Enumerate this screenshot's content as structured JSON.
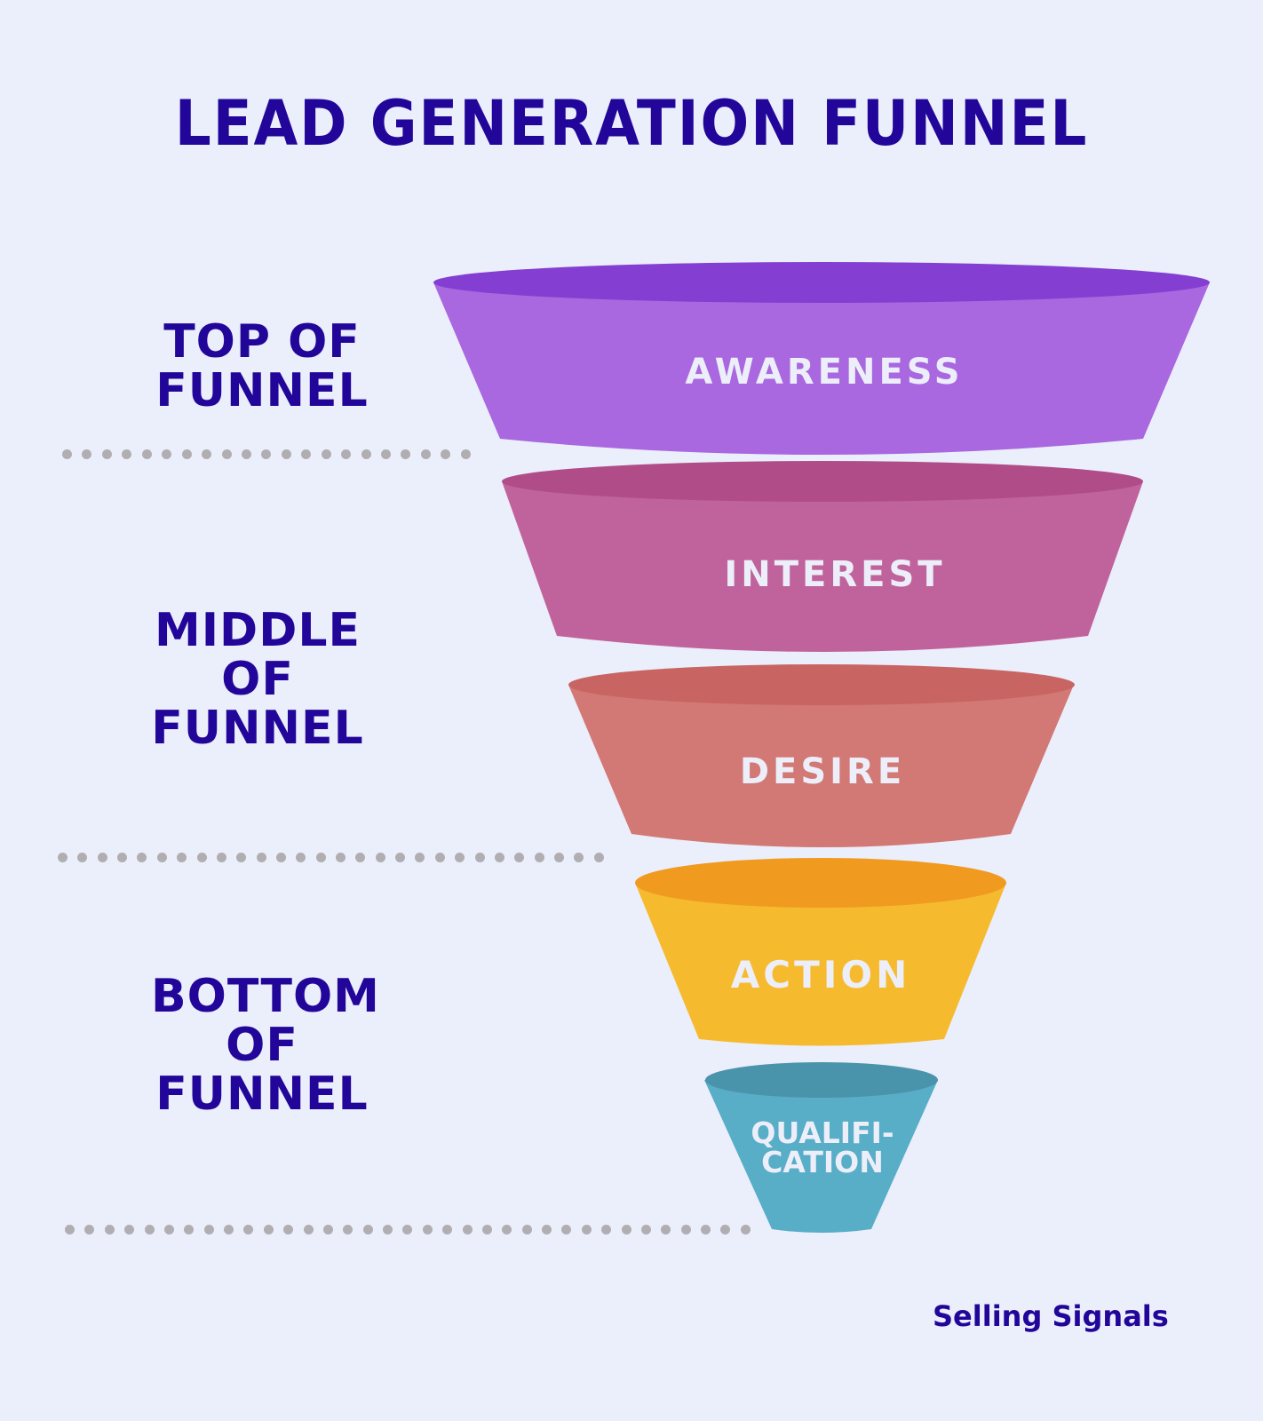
{
  "title": "LEAD GENERATION FUNNEL",
  "stage_groups": [
    {
      "lines": [
        "TOP OF",
        "FUNNEL"
      ]
    },
    {
      "lines": [
        "MIDDLE",
        "OF",
        "FUNNEL"
      ]
    },
    {
      "lines": [
        "BOTTOM",
        "OF",
        "FUNNEL"
      ]
    }
  ],
  "funnel_segments": [
    {
      "label": "AWARENESS",
      "rim_color": "#843ed2",
      "body_color": "#a967e0"
    },
    {
      "label": "INTEREST",
      "rim_color": "#b04d88",
      "body_color": "#c0639c"
    },
    {
      "label": "DESIRE",
      "rim_color": "#c86462",
      "body_color": "#d27875"
    },
    {
      "label": "ACTION",
      "rim_color": "#f09a20",
      "body_color": "#f6ba2e"
    },
    {
      "label_lines": [
        "QUALIFI-",
        "CATION"
      ],
      "rim_color": "#4a94ab",
      "body_color": "#58adc7"
    }
  ],
  "brand": "Selling Signals",
  "colors": {
    "background": "#ebeefb",
    "text_primary": "#22069a",
    "divider_dots": "#b1aeb2"
  }
}
